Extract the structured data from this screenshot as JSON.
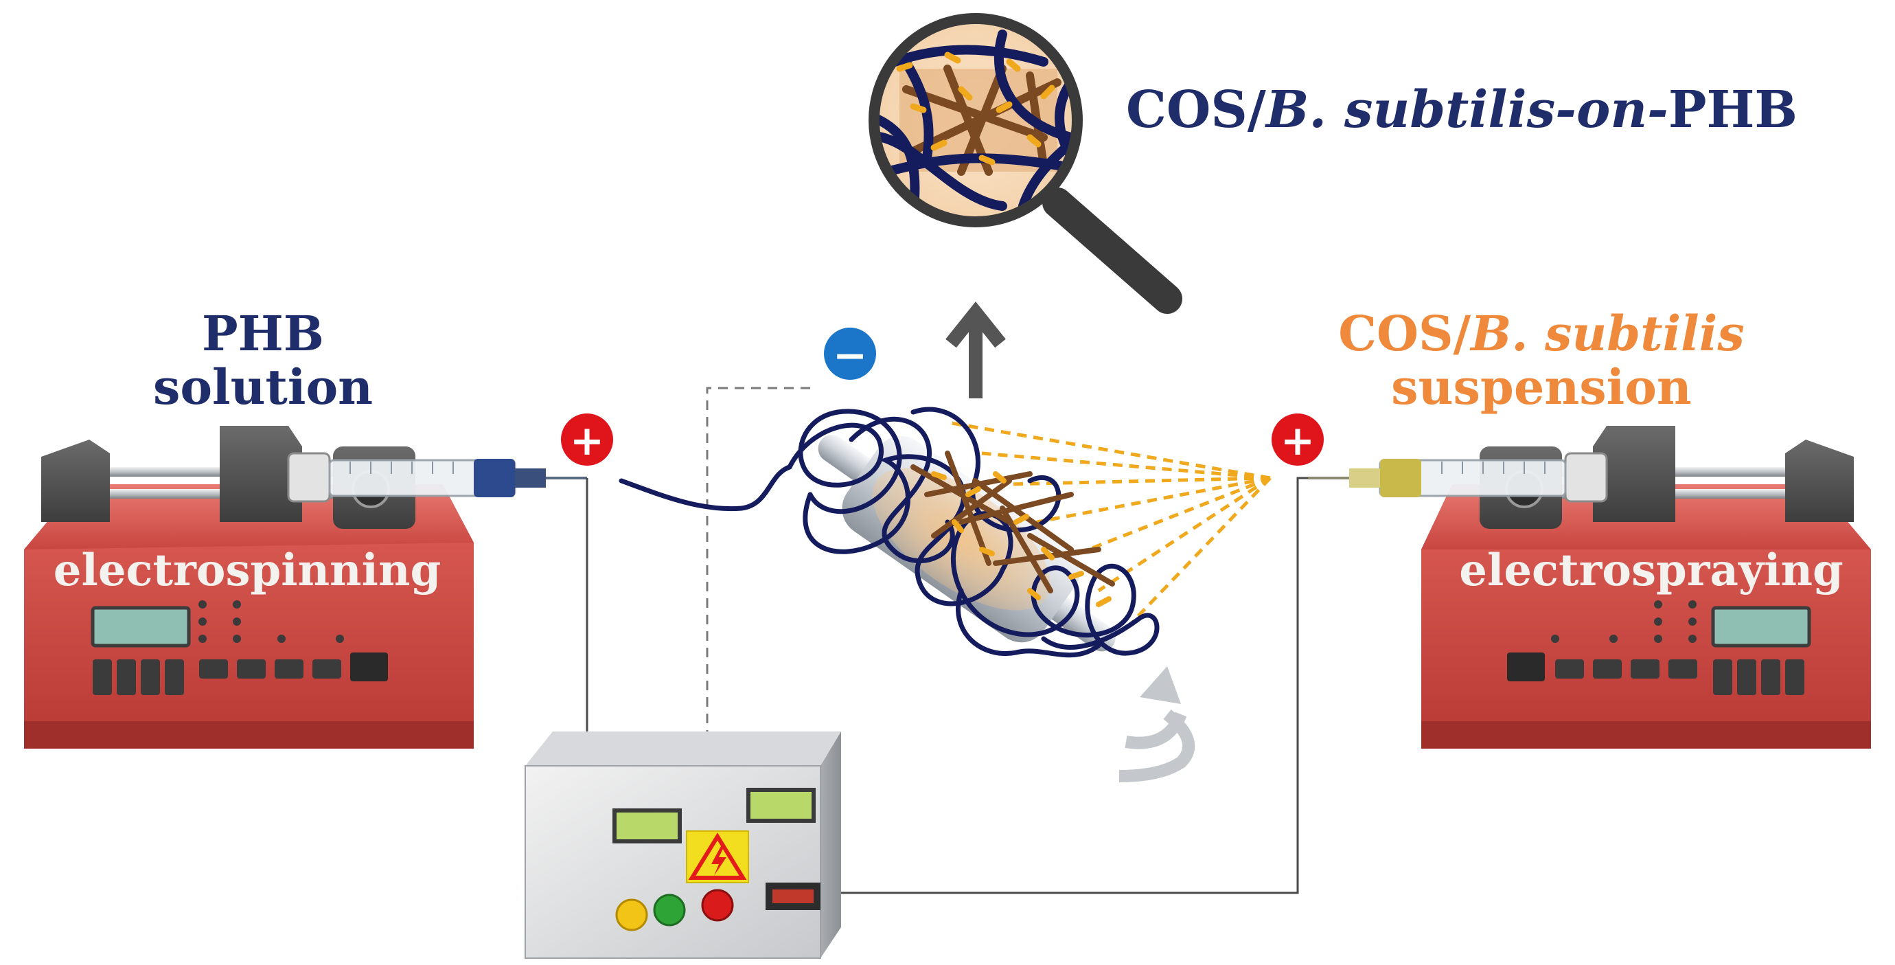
{
  "labels": {
    "left_pump_title_line1": "PHB",
    "left_pump_title_line2": "solution",
    "right_pump_title_line1_prefix": "COS/",
    "right_pump_title_line1_italic": "B. subtilis",
    "right_pump_title_line2": "suspension",
    "left_pump_mode": "electrospinning",
    "right_pump_mode": "electrospraying",
    "product_prefix": "COS/",
    "product_italic_1": "B. subtilis",
    "product_italic_2": "-on-",
    "product_suffix": "PHB",
    "positive_symbol": "+",
    "negative_symbol": "−"
  },
  "colors": {
    "navy_text": "#1f2d6b",
    "orange_text": "#ef8a3c",
    "pump_red": "#d9524e",
    "fiber_navy": "#141c5e",
    "fiber_brown": "#7b4a22",
    "spray_orange": "#f0a81c",
    "positive_red": "#e0141b",
    "negative_blue": "#1b76c9"
  }
}
